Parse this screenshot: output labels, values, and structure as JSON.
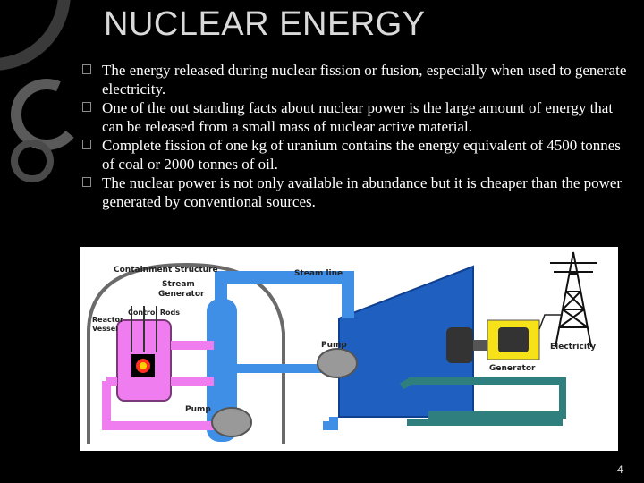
{
  "slide": {
    "title": "NUCLEAR ENERGY",
    "page_number": "4",
    "bullets": [
      "The energy released during nuclear fission or fusion, especially when used to generate electricity.",
      "One of the out standing facts about nuclear power is the large amount of energy that can be released from a small mass of nuclear active material.",
      " Complete fission of one kg of uranium contains the energy equivalent of 4500 tonnes of coal or 2000 tonnes of oil.",
      "The nuclear power is not only available in abundance but it is cheaper than the power generated by conventional sources."
    ]
  },
  "diagram": {
    "containment": "Containment Structure",
    "steam_line": "Steam line",
    "steam_gen_1": "Stream",
    "steam_gen_2": "Generator",
    "control_rods": "Control Rods",
    "reactor_1": "Reactor",
    "reactor_2": "Vessel",
    "pump_1": "Pump",
    "pump_2": "Pump",
    "generator": "Generator",
    "electricity": "Electricity"
  },
  "colors": {
    "background": "#000000",
    "title": "#d9d9d9",
    "steam_blue": "#3f8fe6",
    "turbine_blue": "#1f5fbf",
    "reactor_pink": "#f07df0",
    "condenser_teal": "#2f7f7f",
    "generator_yellow": "#f7e21a"
  }
}
